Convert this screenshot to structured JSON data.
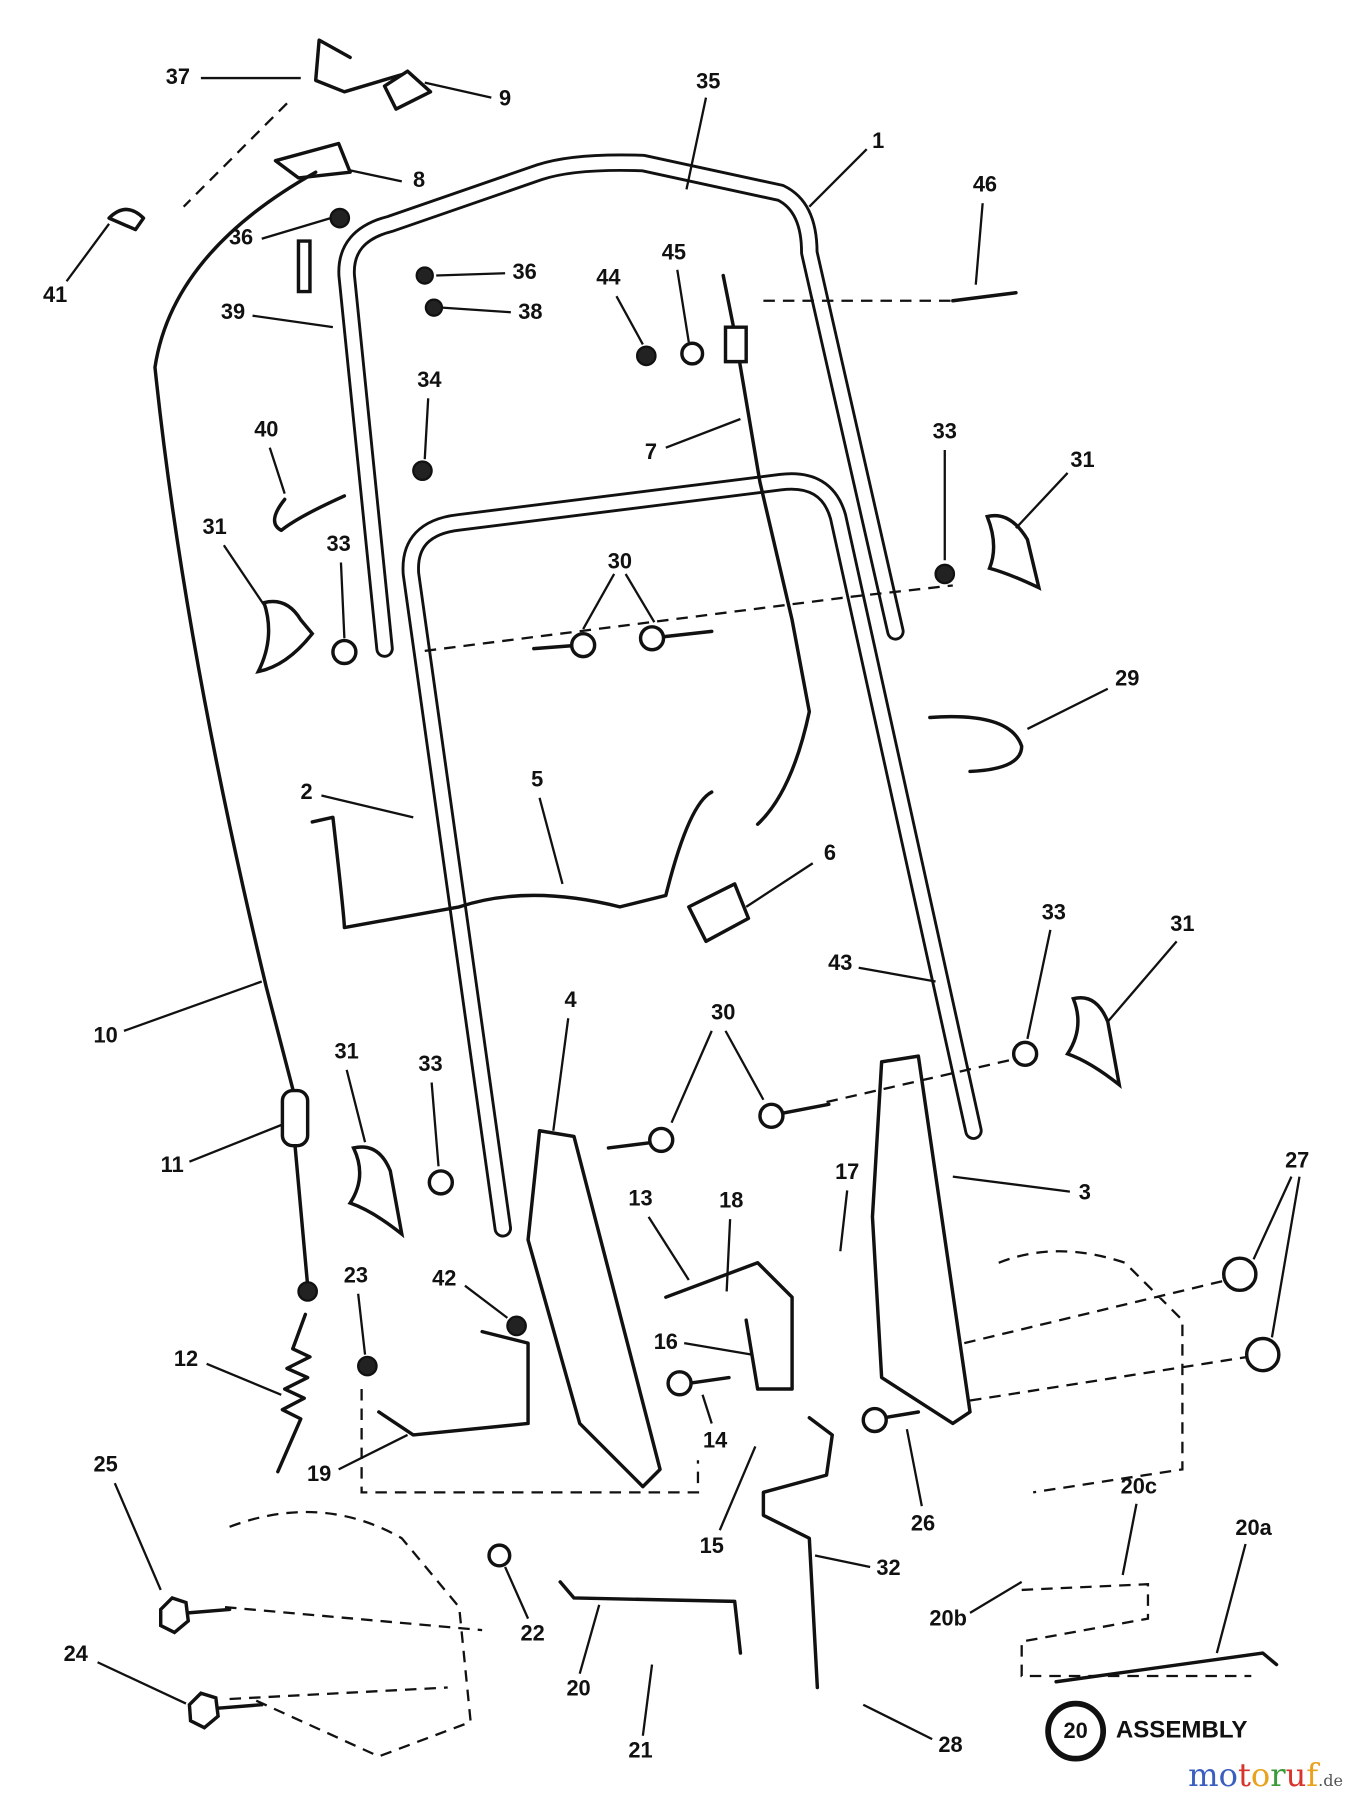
{
  "diagram": {
    "labels": [
      {
        "text": "37"
      },
      {
        "text": "9"
      },
      {
        "text": "35"
      },
      {
        "text": "1"
      },
      {
        "text": "8"
      },
      {
        "text": "46"
      },
      {
        "text": "36"
      },
      {
        "text": "36"
      },
      {
        "text": "41"
      },
      {
        "text": "39"
      },
      {
        "text": "38"
      },
      {
        "text": "44"
      },
      {
        "text": "45"
      },
      {
        "text": "34"
      },
      {
        "text": "7"
      },
      {
        "text": "40"
      },
      {
        "text": "33"
      },
      {
        "text": "31"
      },
      {
        "text": "31"
      },
      {
        "text": "33"
      },
      {
        "text": "30"
      },
      {
        "text": "29"
      },
      {
        "text": "2"
      },
      {
        "text": "5"
      },
      {
        "text": "6"
      },
      {
        "text": "33"
      },
      {
        "text": "31"
      },
      {
        "text": "43"
      },
      {
        "text": "4"
      },
      {
        "text": "30"
      },
      {
        "text": "10"
      },
      {
        "text": "31"
      },
      {
        "text": "33"
      },
      {
        "text": "11"
      },
      {
        "text": "3"
      },
      {
        "text": "27"
      },
      {
        "text": "13"
      },
      {
        "text": "18"
      },
      {
        "text": "17"
      },
      {
        "text": "23"
      },
      {
        "text": "42"
      },
      {
        "text": "16"
      },
      {
        "text": "12"
      },
      {
        "text": "14"
      },
      {
        "text": "19"
      },
      {
        "text": "26"
      },
      {
        "text": "15"
      },
      {
        "text": "20c"
      },
      {
        "text": "20a"
      },
      {
        "text": "25"
      },
      {
        "text": "32"
      },
      {
        "text": "20b"
      },
      {
        "text": "22"
      },
      {
        "text": "20"
      },
      {
        "text": "24"
      },
      {
        "text": "21"
      },
      {
        "text": "28"
      }
    ],
    "assembly": {
      "number": "20",
      "label": "ASSEMBLY"
    },
    "watermark": {
      "letters": [
        "m",
        "o",
        "t",
        "o",
        "r",
        "u",
        "f"
      ],
      "suffix": ".de",
      "colors": [
        "#3b5fc0",
        "#3b5fc0",
        "#d9342b",
        "#e8a21c",
        "#3b9a3b",
        "#d9342b",
        "#e8a21c"
      ]
    }
  }
}
